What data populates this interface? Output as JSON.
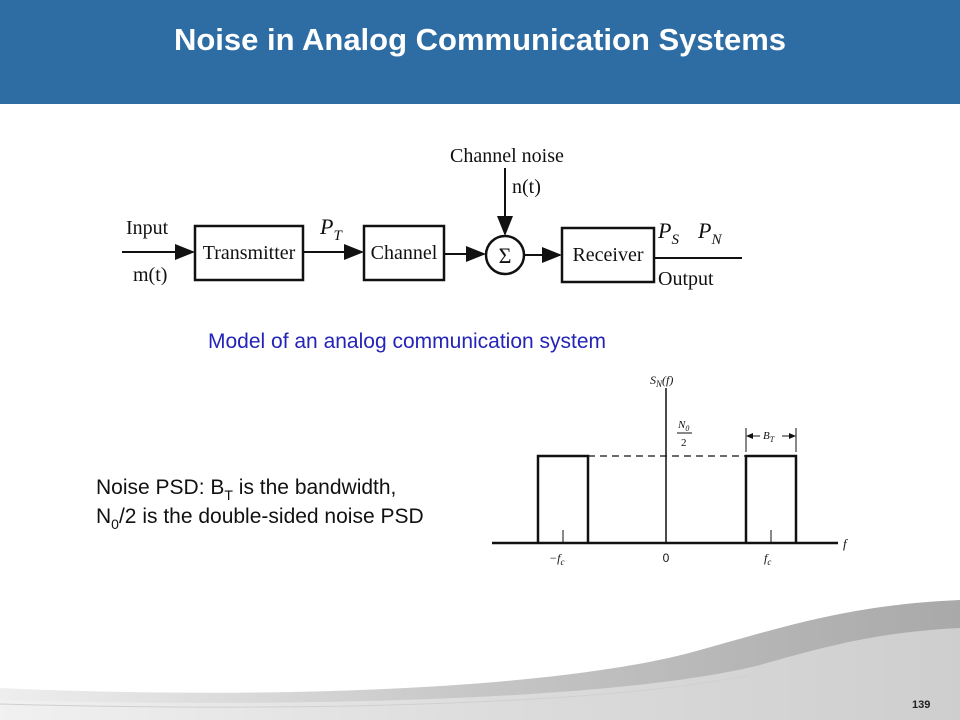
{
  "slide": {
    "title": "Noise in Analog Communication Systems",
    "page_number": "139"
  },
  "block_diagram": {
    "input_label": "Input",
    "input_signal": "m(t)",
    "transmitter": "Transmitter",
    "tx_power": {
      "base": "P",
      "sub": "T"
    },
    "channel": "Channel",
    "channel_noise_label": "Channel noise",
    "channel_noise_signal": "n(t)",
    "summer": "Σ",
    "receiver": "Receiver",
    "signal_power": {
      "base": "P",
      "sub": "S"
    },
    "noise_power": {
      "base": "P",
      "sub": "N"
    },
    "output_label": "Output",
    "caption": "Model of an analog communication system"
  },
  "psd_plot": {
    "y_label": {
      "base": "S",
      "sub": "N",
      "tail": "(f)"
    },
    "level_num": {
      "base": "N",
      "sub": "0"
    },
    "level_den": "2",
    "bandwidth": {
      "base": "B",
      "sub": "T"
    },
    "x_axis": "f",
    "tick_neg_fc": {
      "base": "−f",
      "sub": "c"
    },
    "tick_zero": "0",
    "tick_fc": {
      "base": "f",
      "sub": "c"
    }
  },
  "note": {
    "line1_prefix": "Noise PSD: B",
    "line1_sub": "T",
    "line1_suffix": " is the bandwidth,",
    "line2_prefix": "N",
    "line2_sub": "0",
    "line2_suffix": "/2 is the double-sided noise PSD"
  },
  "colors": {
    "title_bar": "#2e6da4",
    "title_text": "#ffffff",
    "caption": "#2424b8",
    "swoosh": "#b3b3b3"
  }
}
